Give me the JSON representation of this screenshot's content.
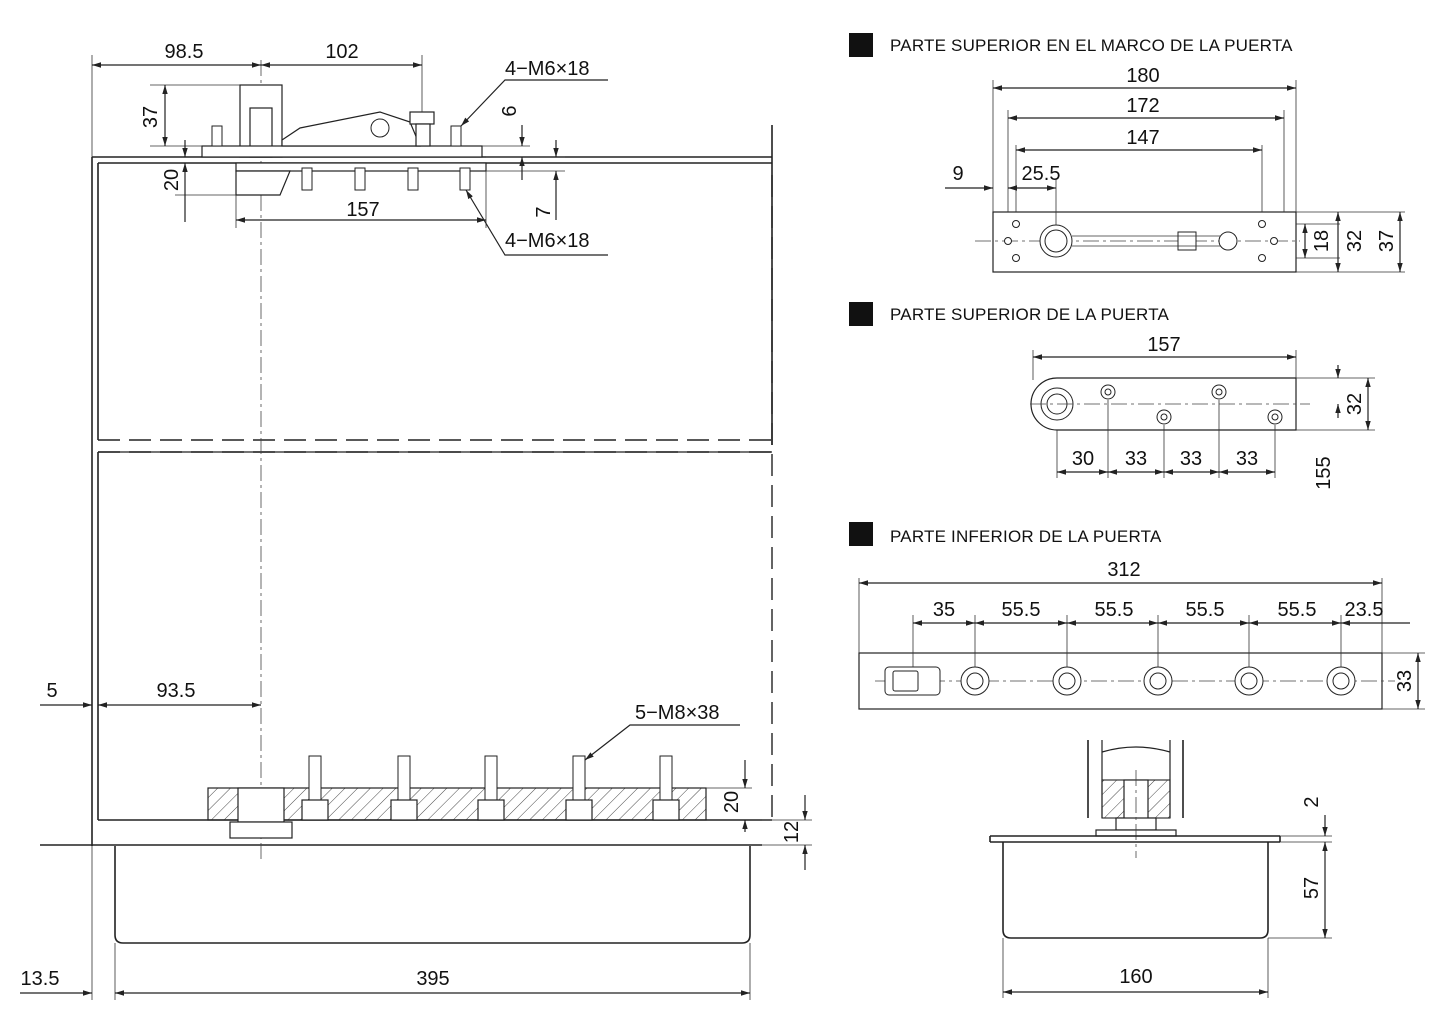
{
  "titles": {
    "frame_top": "PARTE SUPERIOR EN EL MARCO DE LA PUERTA",
    "door_top": "PARTE SUPERIOR DE LA PUERTA",
    "door_bottom": "PARTE INFERIOR  DE LA PUERTA"
  },
  "main": {
    "d98_5": "98.5",
    "d102": "102",
    "d37": "37",
    "d20_top": "20",
    "d157": "157",
    "d6": "6",
    "d7": "7",
    "bolts_top_a": "4−M6×18",
    "bolts_top_b": "4−M6×18",
    "d5": "5",
    "d93_5": "93.5",
    "bolts_bottom": "5−M8×38",
    "d20_bottom": "20",
    "d12": "12",
    "d13_5": "13.5",
    "d395": "395"
  },
  "frame_top": {
    "d180": "180",
    "d172": "172",
    "d147": "147",
    "d9": "9",
    "d25_5": "25.5",
    "d18": "18",
    "d32": "32",
    "d37": "37"
  },
  "door_top": {
    "d157": "157",
    "d32": "32",
    "d30": "30",
    "d33a": "33",
    "d33b": "33",
    "d33c": "33",
    "d155": "155"
  },
  "door_bottom": {
    "d312": "312",
    "d35": "35",
    "d55_5a": "55.5",
    "d55_5b": "55.5",
    "d55_5c": "55.5",
    "d55_5d": "55.5",
    "d23_5": "23.5",
    "d33": "33",
    "d2": "2",
    "d57": "57",
    "d160": "160"
  }
}
